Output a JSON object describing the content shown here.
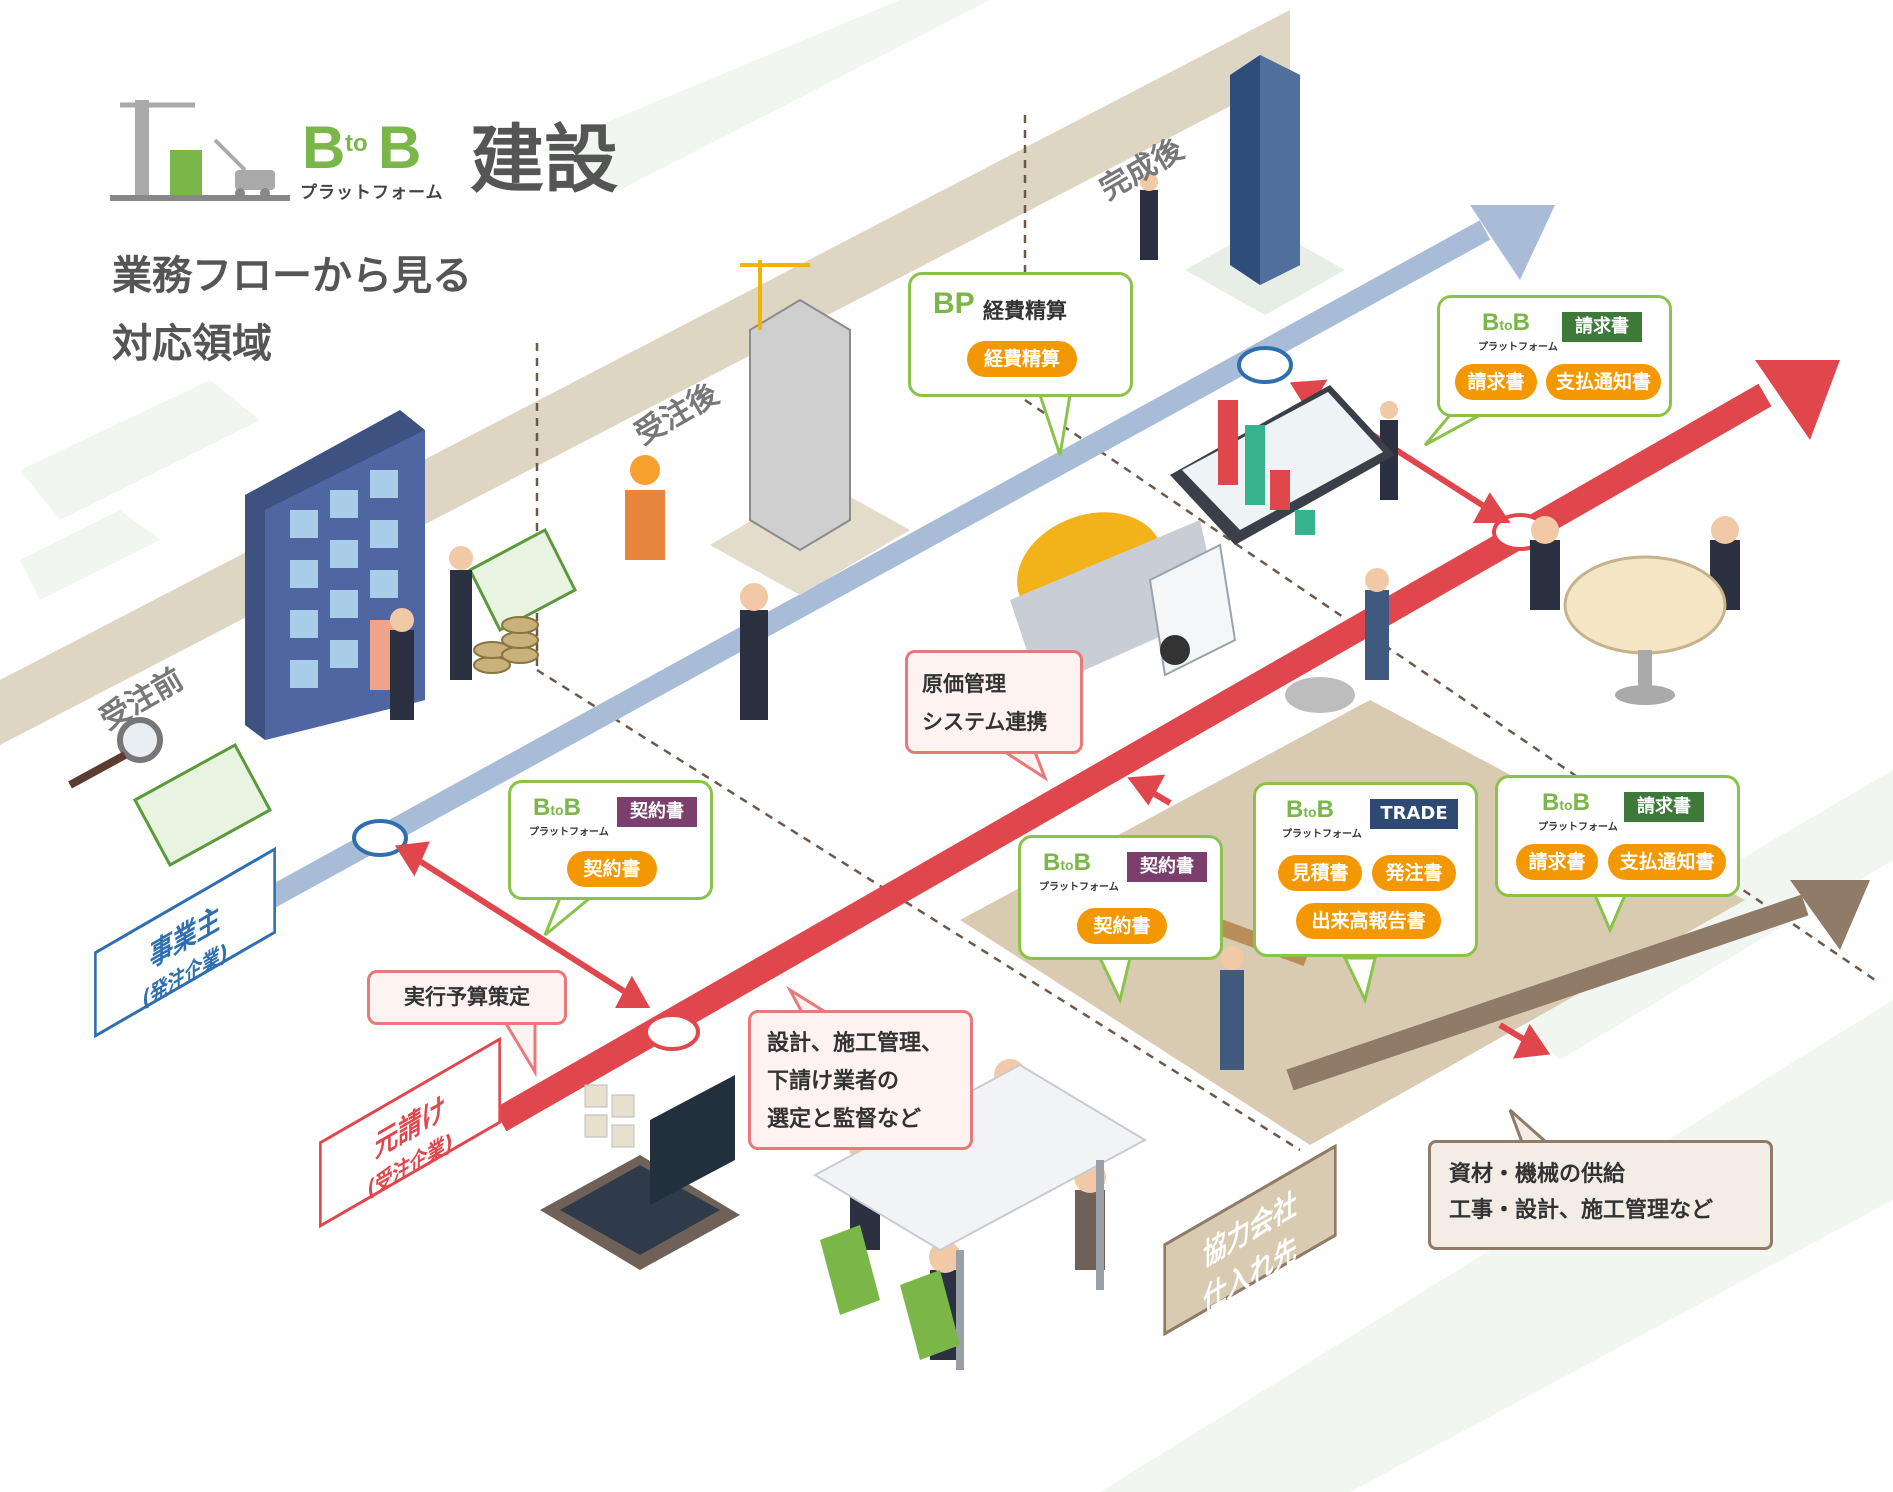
{
  "logo": {
    "b1": "B",
    "to": "to",
    "b2": "B",
    "platform": "プラットフォーム",
    "category": "建設"
  },
  "heading": {
    "line1": "業務フローから見る",
    "line2": "対応領域"
  },
  "phases": {
    "before": "受注前",
    "after": "受注後",
    "complete": "完成後"
  },
  "parties": {
    "client": {
      "name": "事業主",
      "sub": "(発注企業)"
    },
    "prime": {
      "name": "元請け",
      "sub": "(受注企業)"
    },
    "partner": {
      "line1": "協力会社",
      "line2": "仕入れ先"
    }
  },
  "callouts": {
    "expense": {
      "brand": "BP",
      "product": "経費精算",
      "items": [
        "経費精算"
      ]
    },
    "invoice_top": {
      "product": "請求書",
      "items": [
        "請求書",
        "支払通知書"
      ]
    },
    "contract_left": {
      "product": "契約書",
      "items": [
        "契約書"
      ]
    },
    "contract_mid": {
      "product": "契約書",
      "items": [
        "契約書"
      ]
    },
    "trade": {
      "product": "TRADE",
      "items": [
        "見積書",
        "発注書",
        "出来高報告書"
      ]
    },
    "invoice_right": {
      "product": "請求書",
      "items": [
        "請求書",
        "支払通知書"
      ]
    }
  },
  "notes": {
    "cost_mgmt": [
      "原価管理",
      "システム連携"
    ],
    "budget": "実行予算策定",
    "design": [
      "設計、施工管理、",
      "下請け業者の",
      "選定と監督など"
    ],
    "supply": [
      "資材・機械の供給",
      "工事・設計、施工管理など"
    ]
  },
  "colors": {
    "brand_green": "#7ab648",
    "pill_orange": "#f39800",
    "contract_purple": "#7b3f6e",
    "invoice_green": "#3d7a3a",
    "trade_navy": "#2e4a73",
    "client_blue": "#2f6fb0",
    "prime_red": "#e0474c",
    "partner_brown": "#8f7b68"
  }
}
